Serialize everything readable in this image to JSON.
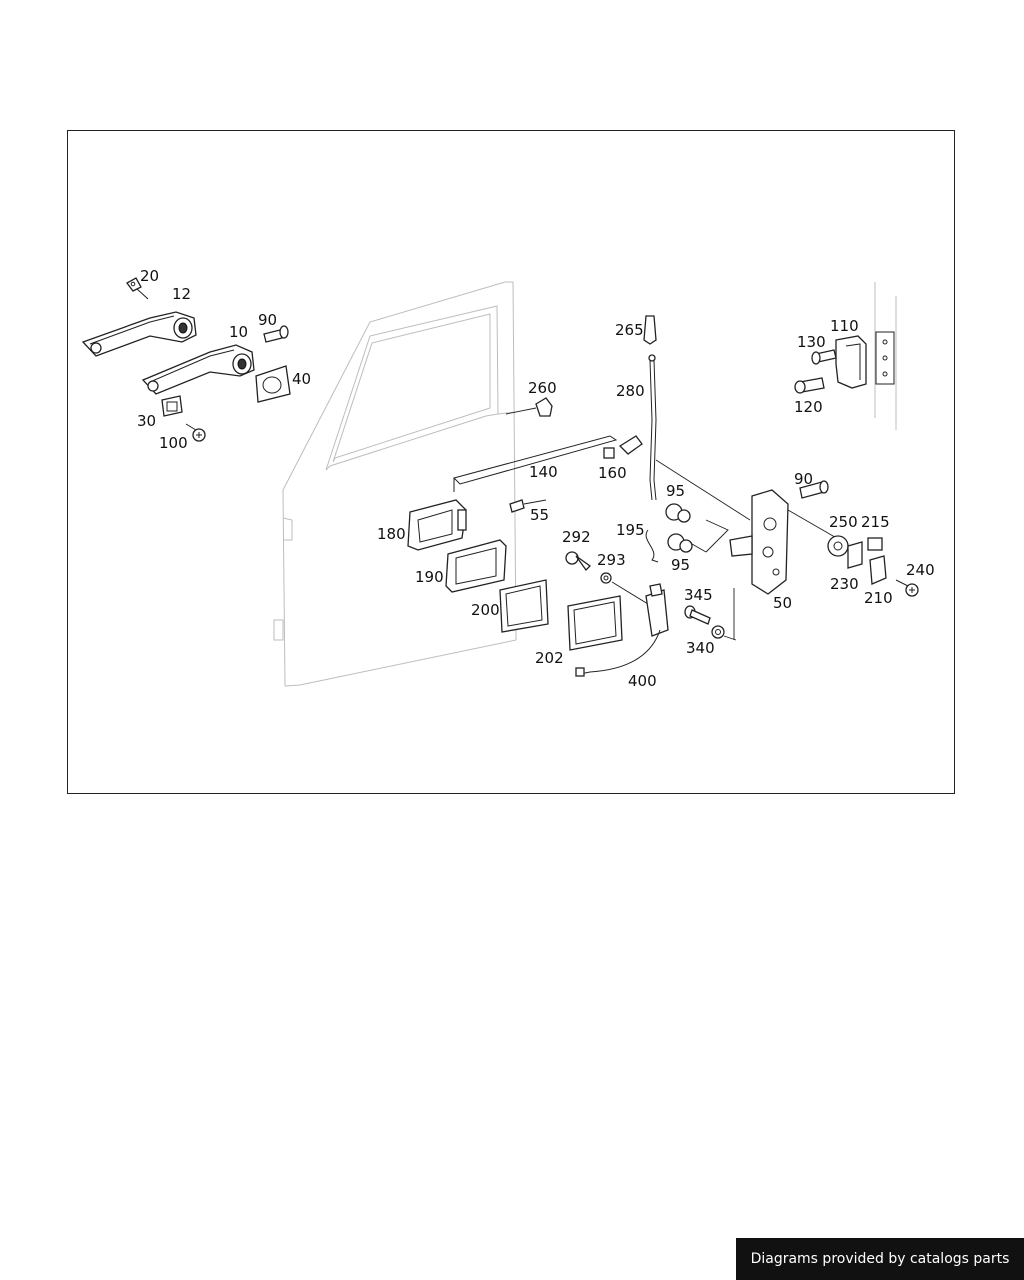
{
  "diagram": {
    "callouts": {
      "c20": "20",
      "c12": "12",
      "c90a": "90",
      "c10": "10",
      "c40": "40",
      "c30": "30",
      "c100": "100",
      "c260": "260",
      "c265": "265",
      "c280": "280",
      "c110": "110",
      "c130": "130",
      "c120": "120",
      "c140": "140",
      "c160": "160",
      "c95a": "95",
      "c90b": "90",
      "c55": "55",
      "c180": "180",
      "c195": "195",
      "c95b": "95",
      "c250": "250",
      "c215": "215",
      "c292": "292",
      "c293": "293",
      "c190": "190",
      "c230": "230",
      "c240": "240",
      "c210": "210",
      "c345": "345",
      "c50": "50",
      "c200": "200",
      "c340": "340",
      "c202": "202",
      "c400": "400"
    }
  },
  "footer": {
    "credit": "Diagrams provided by catalogs parts"
  }
}
